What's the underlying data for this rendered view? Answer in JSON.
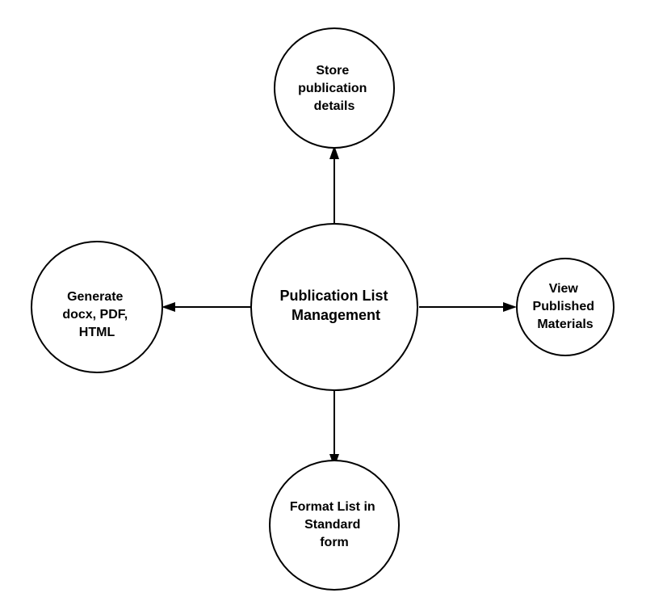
{
  "diagram": {
    "nodes": {
      "center": {
        "lines": [
          "Publication List",
          "Management"
        ]
      },
      "top": {
        "lines": [
          "Store",
          "publication",
          "details"
        ]
      },
      "left": {
        "lines": [
          "Generate",
          "docx, PDF,",
          "HTML"
        ]
      },
      "right": {
        "lines": [
          "View",
          "Published",
          "Materials"
        ]
      },
      "bottom": {
        "lines": [
          "Format List in",
          "Standard",
          "form"
        ]
      }
    },
    "edges": [
      {
        "from": "center",
        "to": "top"
      },
      {
        "from": "center",
        "to": "left"
      },
      {
        "from": "center",
        "to": "right"
      },
      {
        "from": "center",
        "to": "bottom"
      }
    ],
    "colors": {
      "stroke": "#000000",
      "fill": "#ffffff",
      "text": "#000000"
    }
  }
}
